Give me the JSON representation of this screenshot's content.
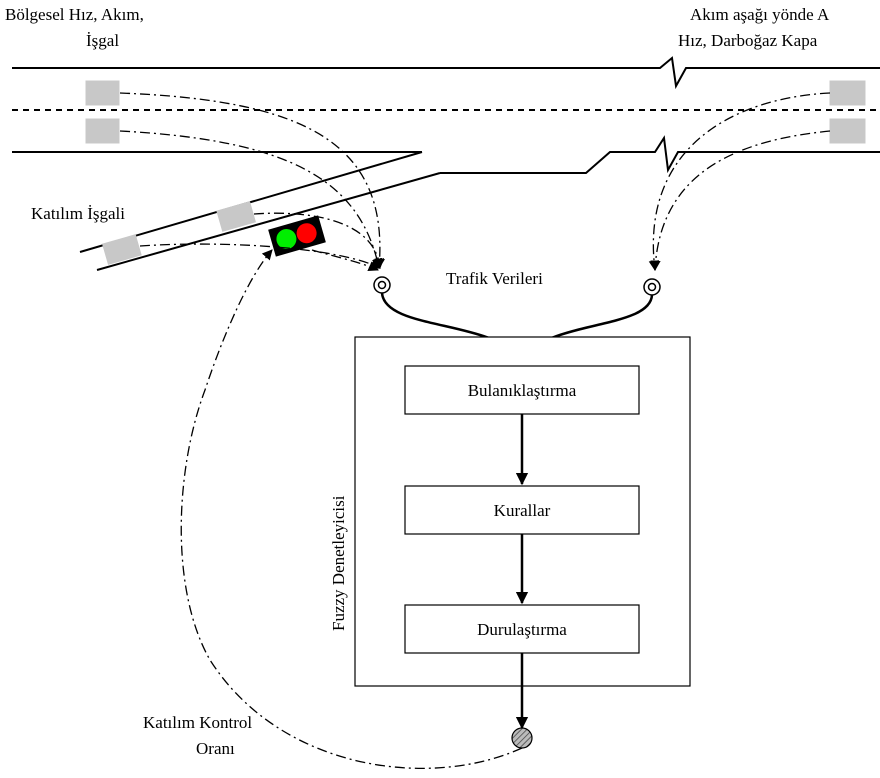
{
  "labels": {
    "regional_line1": "Bölgesel Hız, Akım,",
    "regional_line2": "İşgal",
    "downstream_line1": "Akım aşağı yönde A",
    "downstream_line2": "Hız, Darboğaz Kapa",
    "ramp_occupancy": "Katılım İşgali",
    "traffic_data": "Trafik Verileri",
    "controller_name": "Fuzzy Denetleyicisi",
    "control_rate_line1": "Katılım Kontrol",
    "control_rate_line2": "Oranı"
  },
  "controller": {
    "fuzzification": "Bulanıklaştırma",
    "rules": "Kurallar",
    "defuzzification": "Durulaştırma"
  },
  "colors": {
    "vehicle": "#c8c8c8",
    "signal_green": "#00ee00",
    "signal_red": "#ff0000",
    "signal_housing": "#000000",
    "output_node": "#888888"
  },
  "icons": {
    "detector": "detector-icon",
    "traffic_signal": "traffic-light-icon",
    "output": "output-node-icon"
  }
}
